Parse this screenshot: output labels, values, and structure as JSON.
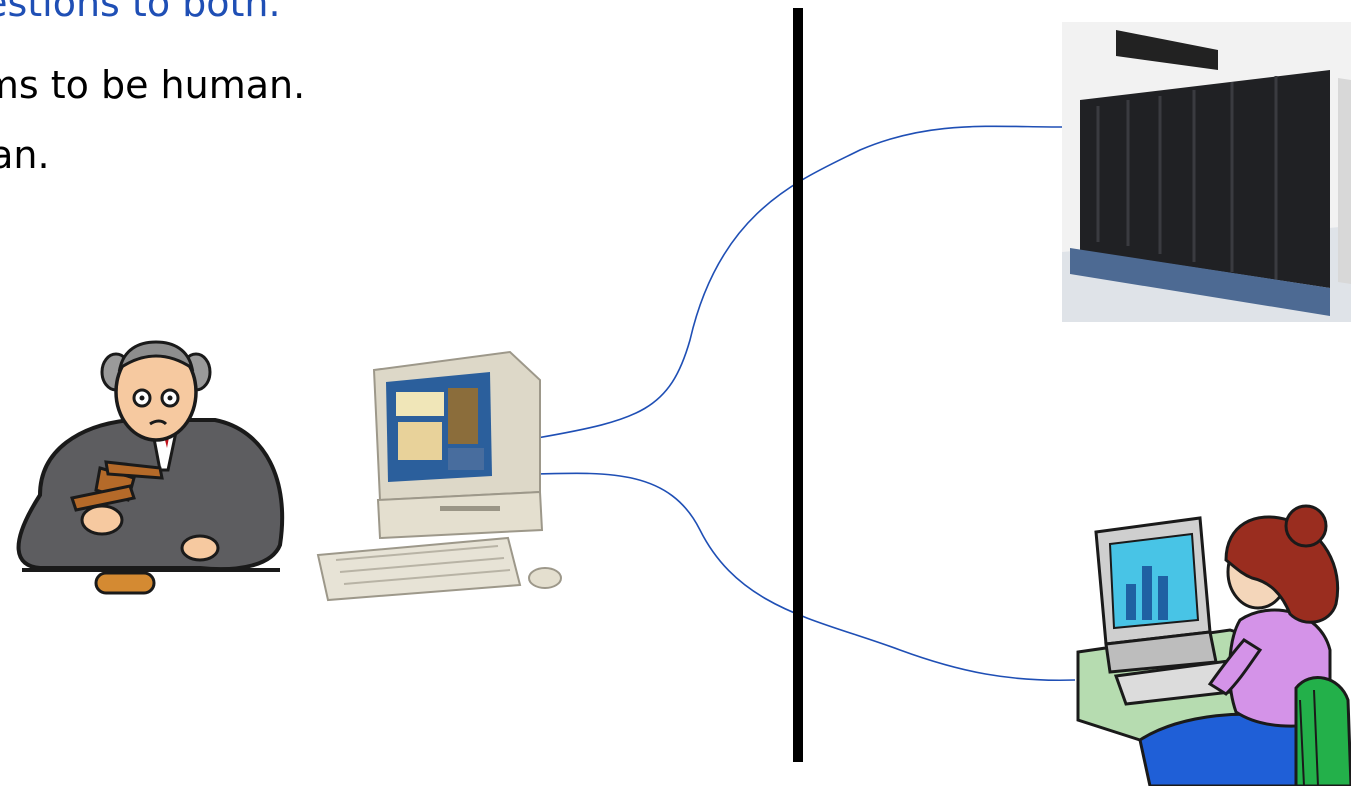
{
  "text": {
    "line1": "uestions to both.",
    "line2": "aims to be human.",
    "line3": "nan."
  },
  "colors": {
    "text": "#000000",
    "highlight_text": "#1f4fb5",
    "wire": "#1f4fb5",
    "divider": "#000000"
  },
  "icons": {
    "judge": "judge-with-gavel-icon",
    "terminal": "desktop-computer-icon",
    "supercomputer": "supercomputer-icon",
    "human": "woman-at-computer-icon"
  }
}
